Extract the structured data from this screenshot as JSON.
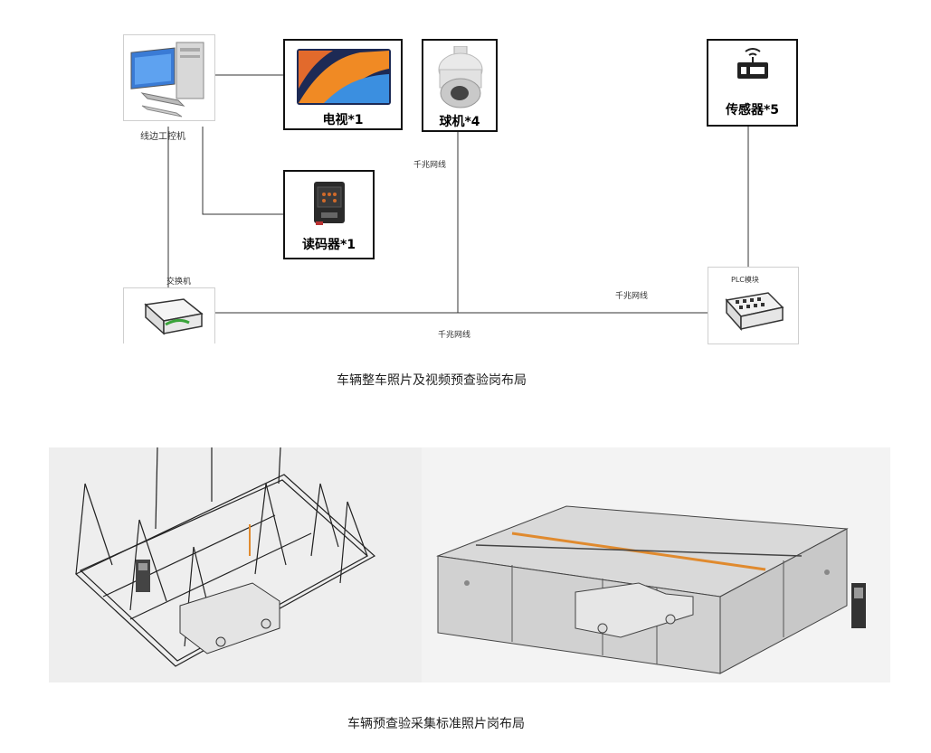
{
  "top_diagram": {
    "nodes": {
      "ipc": {
        "label": "线边工控机",
        "icon": "desktop-computer-icon"
      },
      "tv": {
        "label": "电视*1",
        "icon": "tv-screen-icon"
      },
      "dome": {
        "label": "球机*4",
        "icon": "dome-camera-icon"
      },
      "sensor": {
        "label": "传感器*5",
        "icon": "sensor-icon"
      },
      "reader": {
        "label": "读码器*1",
        "icon": "code-reader-icon"
      },
      "switch": {
        "label": "交换机",
        "icon": "network-switch-icon"
      },
      "plc": {
        "label": "PLC模块",
        "icon": "plc-module-icon"
      }
    },
    "edge_labels": {
      "dome_to_switch": "千兆网线",
      "plc_link": "千兆网线",
      "switch_to_plc": "千兆网线"
    },
    "caption": "车辆整车照片及视频预查验岗布局"
  },
  "bottom_images": {
    "left": {
      "icon": "wireframe-frame-render-icon"
    },
    "right": {
      "icon": "enclosure-render-icon"
    },
    "caption": "车辆预查验采集标准照片岗布局"
  },
  "colors": {
    "line": "#333333",
    "box_border": "#111111",
    "accent_orange": "#e08a2e"
  }
}
